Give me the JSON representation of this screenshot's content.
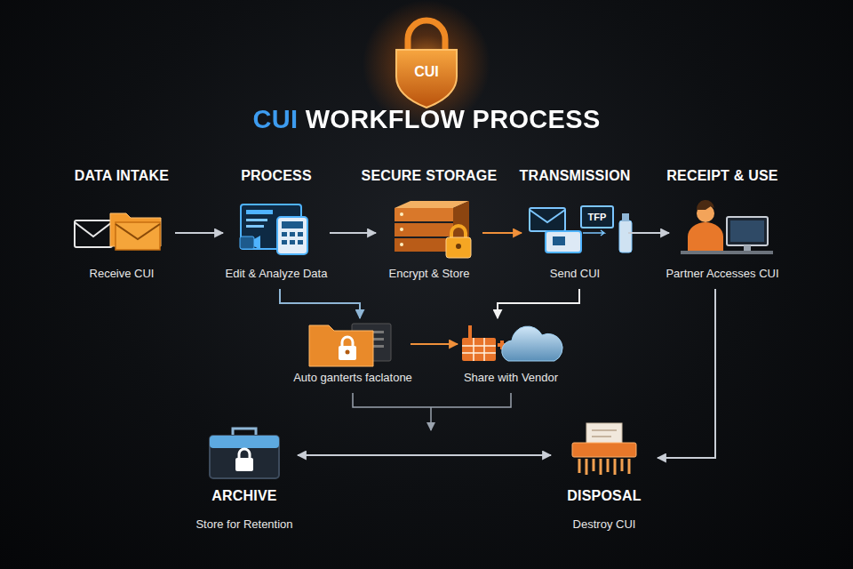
{
  "diagram": {
    "title": "CUI WORKFLOW PROCESS",
    "nodes": [
      {
        "text": [
          "DATA INTAKE",
          "Receive CUI"
        ]
      },
      {
        "text": [
          "PROCESS",
          "Edit & Analyze Data"
        ]
      },
      {
        "text": [
          "SECURE STORAGE",
          "Encrypt & Store"
        ]
      },
      {
        "text": [
          "TRANSMISSION",
          "Send CUI"
        ]
      },
      {
        "text": [
          "RECEIPT & USE",
          "Partner Accesses CUI"
        ]
      },
      {
        "text": [
          "Auto ganterts faclatone"
        ]
      },
      {
        "text": [
          "Share with Vendor"
        ]
      },
      {
        "text": [
          "ARCHIVE",
          "Store for Retention"
        ]
      },
      {
        "text": [
          "DISPOSAL",
          "Destroy CUI"
        ]
      }
    ],
    "edges": [
      {
        "from": 0,
        "to": 1,
        "arrow": "to"
      },
      {
        "from": 1,
        "to": 2,
        "arrow": "to"
      },
      {
        "from": 2,
        "to": 3,
        "arrow": "to"
      },
      {
        "from": 3,
        "to": 4,
        "arrow": "to"
      },
      {
        "from": 1,
        "to": 5,
        "arrow": "to"
      },
      {
        "from": 5,
        "to": 6,
        "arrow": "to"
      },
      {
        "from": 3,
        "to": 6,
        "arrow": "to"
      },
      {
        "from": 7,
        "to": 8,
        "arrow": "both"
      },
      {
        "from": 4,
        "to": 8,
        "arrow": "to"
      }
    ],
    "labels": [
      "CUI",
      "TFP"
    ]
  }
}
